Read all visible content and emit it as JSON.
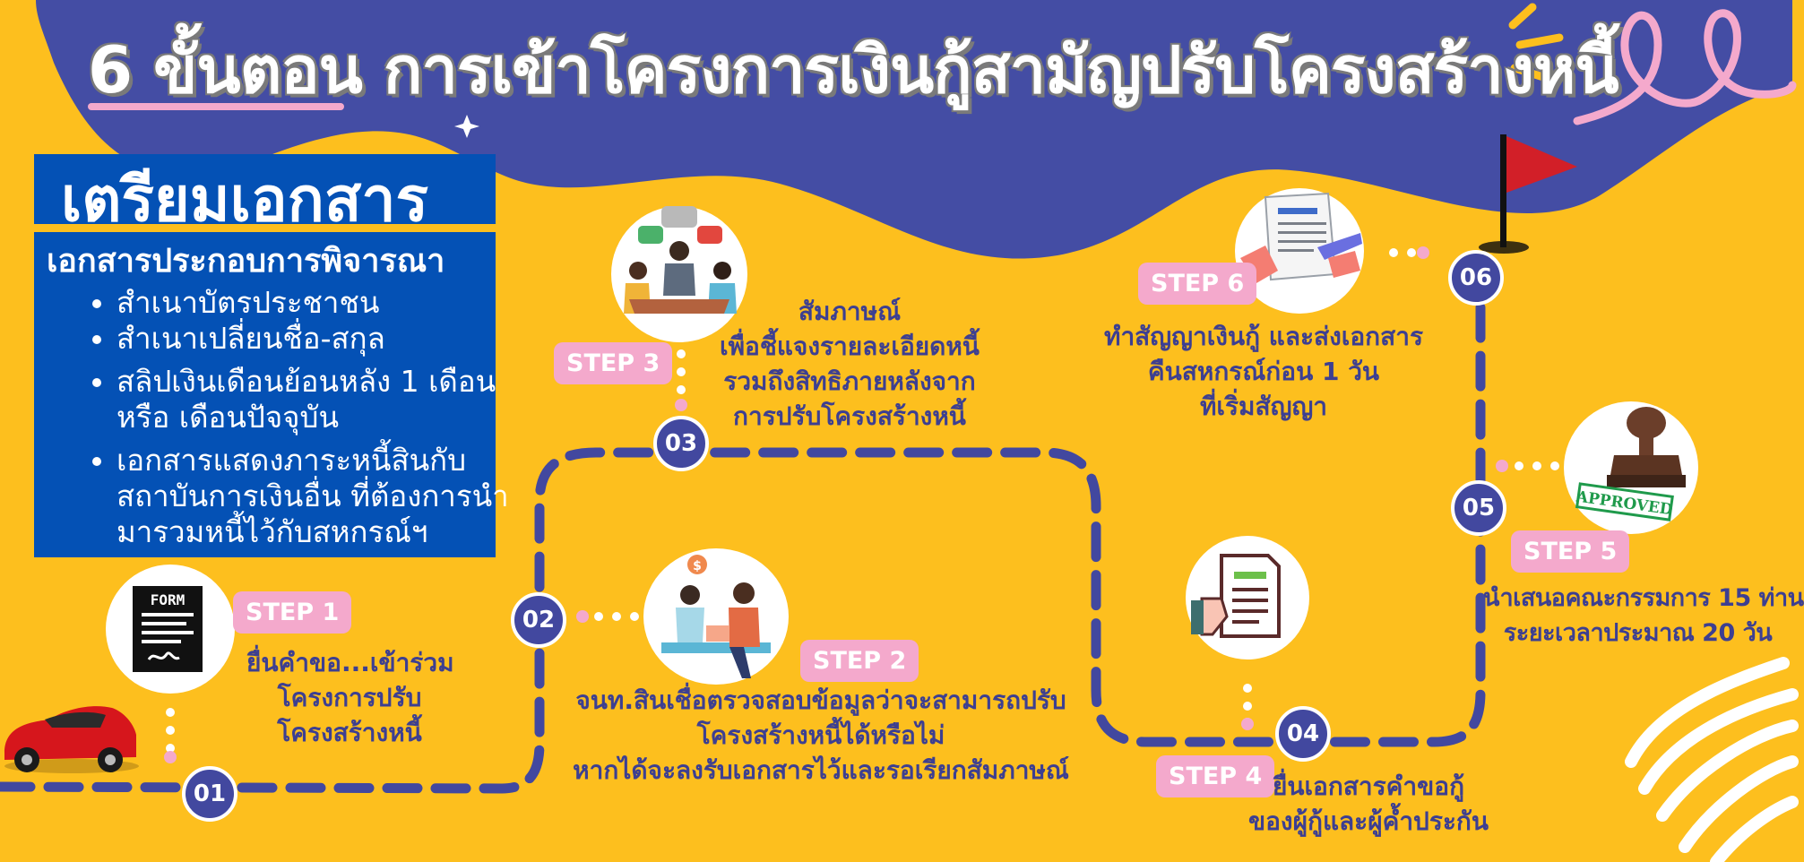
{
  "colors": {
    "background": "#FDBF1E",
    "wave": "#444DA4",
    "path": "#42489F",
    "badge": "#F4A9CC",
    "panel": "#0451B5",
    "text_dark": "#3D3F91"
  },
  "title": "6 ขั้นตอน การเข้าโครงการเงินกู้สามัญปรับโครงสร้างหนี้",
  "prep": {
    "title": "เตรียมเอกสาร",
    "subtitle": "เอกสารประกอบการพิจารณา",
    "items": [
      "สำเนาบัตรประชาชน",
      "สำเนาเปลี่ยนชื่อ-สกุล",
      "สลิปเงินเดือนย้อนหลัง 1 เดือน หรือ เดือนปัจจุบัน",
      "เอกสารแสดงภาระหนี้สินกับสถาบันการเงินอื่น  ที่ต้องการนำมารวมหนี้ไว้กับสหกรณ์ฯ"
    ]
  },
  "steps": [
    {
      "number": "01",
      "badge": "STEP 1",
      "lines": [
        "ยื่นคำขอ...เข้าร่วม",
        "โครงการปรับ",
        "โครงสร้างหนี้"
      ],
      "icon": "form-icon",
      "form_label": "FORM"
    },
    {
      "number": "02",
      "badge": "STEP 2",
      "lines": [
        "จนท.สินเชื่อตรวจสอบข้อมูลว่าจะสามารถปรับ",
        "โครงสร้างหนี้ได้หรือไม่",
        "หากได้จะลงรับเอกสารไว้และรอเรียกสัมภาษณ์"
      ],
      "icon": "consultation-icon",
      "coin_label": "$"
    },
    {
      "number": "03",
      "badge": "STEP 3",
      "lines": [
        "สัมภาษณ์",
        "เพื่อชี้แจงรายละเอียดหนี้",
        "รวมถึงสิทธิภายหลังจาก",
        "การปรับโครงสร้างหนี้"
      ],
      "icon": "meeting-icon"
    },
    {
      "number": "04",
      "badge": "STEP 4",
      "lines": [
        "ยื่นเอกสารคำขอกู้",
        "ของผู้กู้และผู้ค้ำประกัน"
      ],
      "icon": "document-hand-icon"
    },
    {
      "number": "05",
      "badge": "STEP 5",
      "lines": [
        "นำเสนอคณะกรรมการ 15 ท่าน",
        "ระยะเวลาประมาณ 20 วัน"
      ],
      "icon": "approved-stamp-icon",
      "stamp_label": "APPROVED"
    },
    {
      "number": "06",
      "badge": "STEP 6",
      "lines": [
        "ทำสัญญาเงินกู้ และส่งเอกสาร",
        "คืนสหกรณ์ก่อน 1 วัน",
        "ที่เริ่มสัญญา"
      ],
      "icon": "signing-contract-icon"
    }
  ],
  "decor": {
    "car": "red-car-icon",
    "flag": "red-flag-icon",
    "sparkle": "sparkle-icon",
    "swirl": "pink-swirl-icon",
    "squiggle": "white-squiggle-icon",
    "burst": "yellow-burst-icon"
  }
}
